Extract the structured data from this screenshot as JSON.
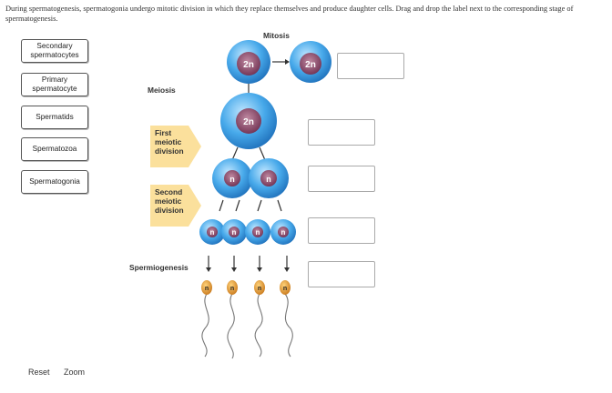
{
  "question": "During spermatogenesis, spermatogonia undergo mitotic division in which they replace themselves and produce daughter cells. Drag and drop the label next to the corresponding stage of spermatogenesis.",
  "labels": [
    {
      "text": "Secondary spermatocytes"
    },
    {
      "text": "Primary spermatocyte"
    },
    {
      "text": "Spermatids"
    },
    {
      "text": "Spermatozoa"
    },
    {
      "text": "Spermatogonia"
    }
  ],
  "diagram": {
    "mitosis": "Mitosis",
    "meiosis": "Meiosis",
    "first_division": "First meiotic division",
    "second_division": "Second meiotic division",
    "spermiogenesis": "Spermiogenesis",
    "ploidy_diploid": "2n",
    "ploidy_haploid": "n"
  },
  "colors": {
    "cell_blue": "#3a9de0",
    "nucleus_purple": "#8b4a6b",
    "arrow_label_bg": "#fbe09c"
  },
  "controls": {
    "reset": "Reset",
    "zoom": "Zoom"
  }
}
